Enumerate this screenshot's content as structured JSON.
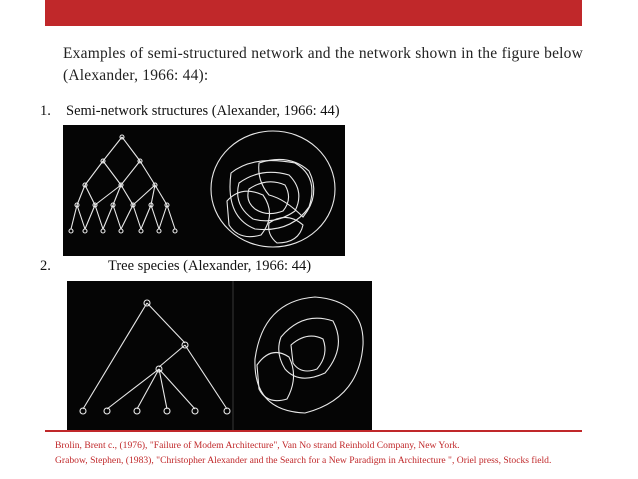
{
  "intro_text": "Examples of semi-structured network and the network shown in the figure below (Alexander, 1966: 44):",
  "items": [
    {
      "number": "1.",
      "label": "Semi-network structures (Alexander, 1966: 44)"
    },
    {
      "number": "2.",
      "label": "Tree species (Alexander, 1966: 44)"
    }
  ],
  "references": [
    "Brolin, Brent c., (1976), \"Failure of Modem Architecture\", Van No strand Reinhold Company, New York.",
    "Grabow, Stephen, (1983), \"Christopher Alexander and the Search for a New Paradigm in Architecture \", Oriel press, Stocks field."
  ],
  "colors": {
    "accent": "#c0282a",
    "figure_background": "#050505",
    "text": "#222222"
  }
}
